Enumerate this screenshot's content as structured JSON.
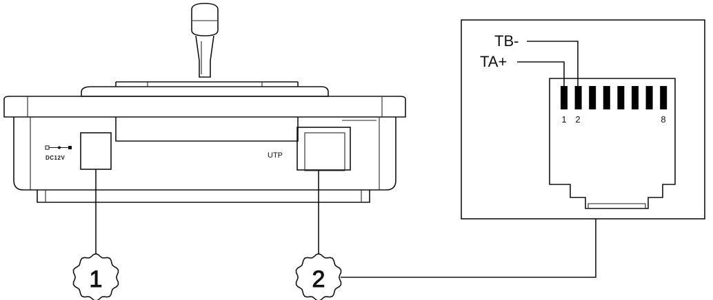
{
  "device": {
    "power_label": "DC12V",
    "port_label": "UTP"
  },
  "callouts": [
    {
      "number": "1"
    },
    {
      "number": "2"
    }
  ],
  "rj45": {
    "signal_a": "TA+",
    "signal_b": "TB-",
    "pin_first": "1",
    "pin_second": "2",
    "pin_last": "8",
    "pin_count": 8
  }
}
